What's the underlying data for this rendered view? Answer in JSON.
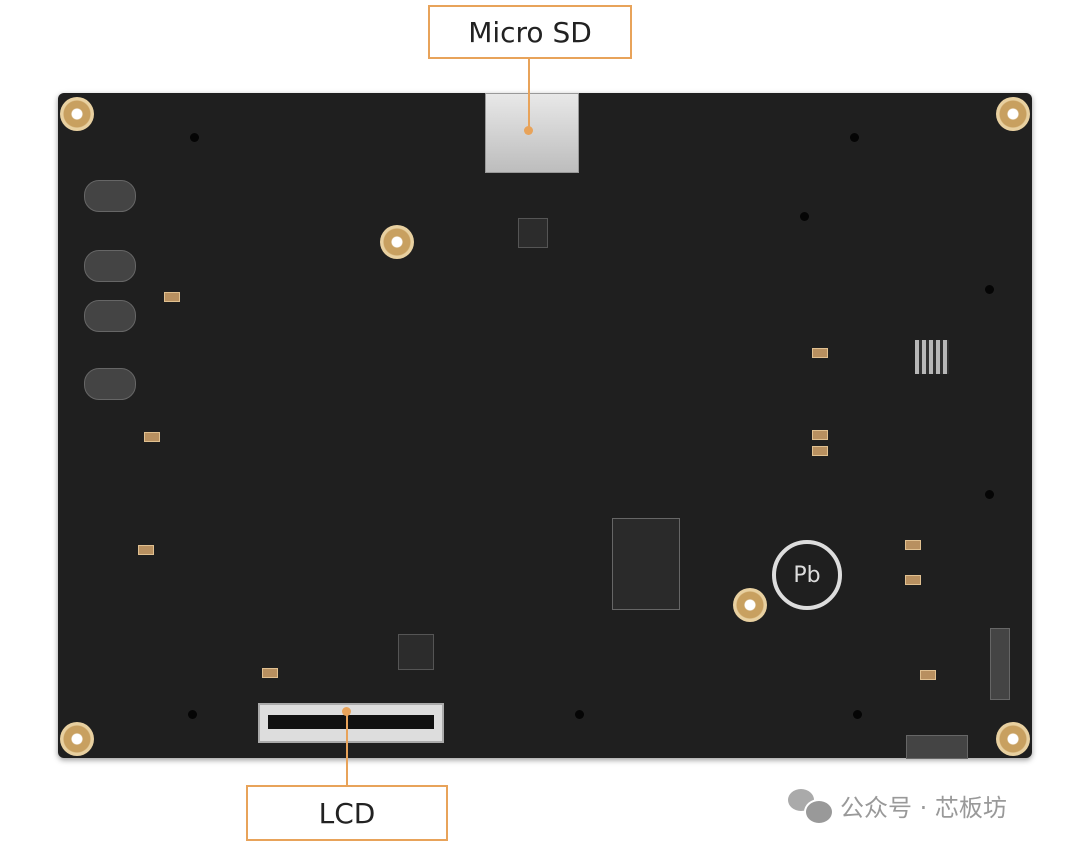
{
  "callouts": {
    "micro_sd": "Micro SD",
    "lcd": "LCD"
  },
  "watermark": {
    "text": "公众号 · 芯板坊",
    "icon": "wechat-icon"
  },
  "board_marks": {
    "no_pb": "Pb"
  },
  "colors": {
    "callout_accent": "#e8a35a",
    "board": "#1f1f1f",
    "watermark": "#999999"
  }
}
